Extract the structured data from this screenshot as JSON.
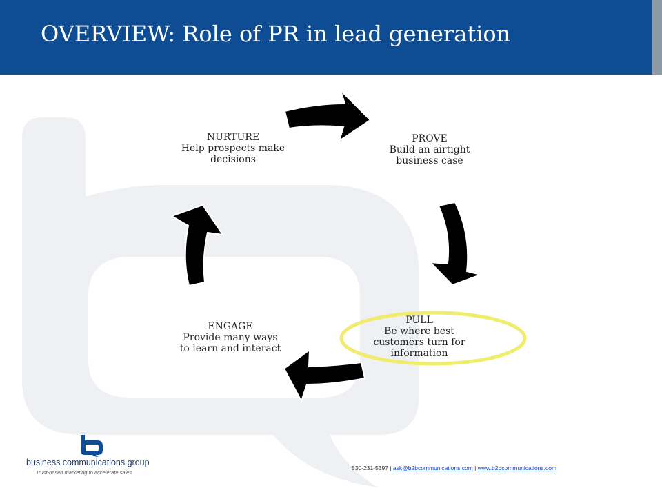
{
  "slide": {
    "title": "OVERVIEW: Role of PR in lead generation"
  },
  "cycle": {
    "stages": [
      {
        "name": "PROVE",
        "lines": [
          "Build an airtight",
          "business case"
        ]
      },
      {
        "name": "PULL",
        "lines": [
          "Be where best",
          "customers turn for",
          "information"
        ],
        "highlighted": true
      },
      {
        "name": "ENGAGE",
        "lines": [
          "Provide many ways",
          "to learn and interact"
        ]
      },
      {
        "name": "NURTURE",
        "lines": [
          "Help prospects make",
          "decisions"
        ]
      }
    ],
    "highlight_icon": "yellow-ellipse"
  },
  "footer": {
    "company": "business communications group",
    "tagline": "Trust-based marketing to accelerate sales",
    "phone": "530-231-5397",
    "separator": "|",
    "email": "ask@b2bcommunications.com",
    "website": "www.b2bcommunications.com"
  },
  "colors": {
    "header": "#0e4c93",
    "header_edge": "#8c9aa6",
    "watermark": "#eef0f3",
    "arrow": "#000000",
    "highlight": "#f0ec6c",
    "link": "#1a44c8"
  },
  "icons": {
    "watermark": "b-logo-watermark-icon",
    "logo": "b-logo-icon",
    "arrows": "cycle-arrow-icon"
  }
}
